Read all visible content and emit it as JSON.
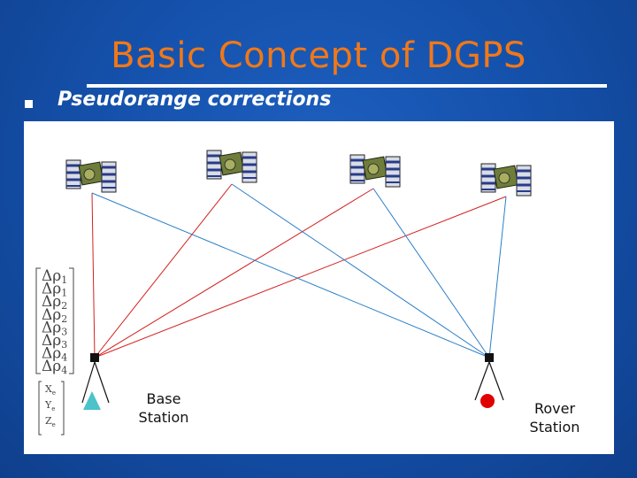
{
  "slide": {
    "title": "Basic Concept of DGPS",
    "bullet": "Pseudorange corrections"
  },
  "diagram": {
    "base_label_line1": "Base",
    "base_label_line2": "Station",
    "rover_label_line1": "Rover",
    "rover_label_line2": "Station",
    "corrections": [
      {
        "sym": "Δρ",
        "sub": "1"
      },
      {
        "sym": "Δρ",
        "sub": "1"
      },
      {
        "sym": "Δρ",
        "sub": "2"
      },
      {
        "sym": "Δρ",
        "sub": "2"
      },
      {
        "sym": "Δρ",
        "sub": "3"
      },
      {
        "sym": "Δρ",
        "sub": "3"
      },
      {
        "sym": "Δρ",
        "sub": "4"
      },
      {
        "sym": "Δρ",
        "sub": "4"
      }
    ],
    "base_coords": [
      {
        "sym": "X",
        "sub": "e"
      },
      {
        "sym": "Y",
        "sub": "e"
      },
      {
        "sym": "Z",
        "sub": "e"
      }
    ],
    "colors": {
      "base_ray": "#d42020",
      "rover_ray": "#2a7fc8",
      "base_marker": "#4cc3c8",
      "rover_marker": "#e00000"
    }
  }
}
